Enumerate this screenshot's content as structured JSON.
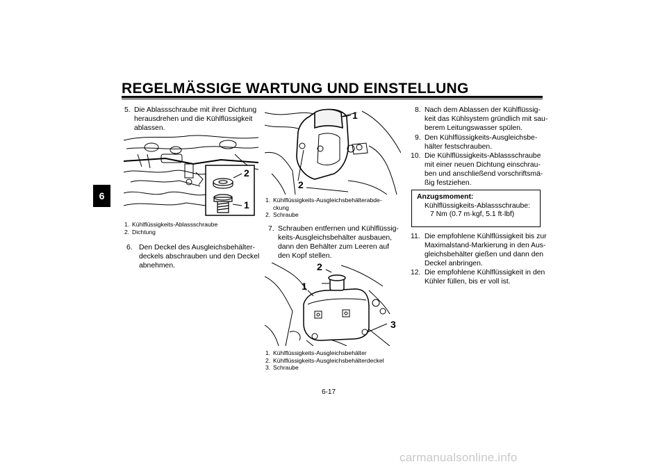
{
  "header": {
    "title": "REGELMÄSSIGE WARTUNG UND EINSTELLUNG"
  },
  "chapter_tab": "6",
  "steps": {
    "s5": {
      "num": "5.",
      "lines": [
        "Die Ablassschraube mit ihrer Dichtung",
        "herausdrehen und die Kühlflüssigkeit",
        "ablassen."
      ]
    },
    "s6": {
      "num": "6.",
      "lines": [
        "Den Deckel des Ausgleichsbehälter-",
        "deckels abschrauben und den Deckel",
        "abnehmen."
      ]
    },
    "s7": {
      "num": "7.",
      "lines": [
        "Schrauben entfernen und Kühlflüssig-",
        "keits-Ausgleichsbehälter ausbauen,",
        "dann den Behälter zum Leeren auf",
        "den Kopf stellen."
      ]
    },
    "s8": {
      "num": "8.",
      "lines": [
        "Nach dem Ablassen der Kühlflüssig-",
        "keit das Kühlsystem gründlich mit sau-",
        "berem Leitungswasser spülen."
      ]
    },
    "s9": {
      "num": "9.",
      "lines": [
        "Den Kühlflüssigkeits-Ausgleichsbe-",
        "hälter festschrauben."
      ]
    },
    "s10": {
      "num": "10.",
      "lines": [
        "Die Kühlflüssigkeits-Ablassschraube",
        "mit einer neuen Dichtung einschrau-",
        "ben und anschließend vorschriftsmä-",
        "ßig festziehen."
      ]
    },
    "s11": {
      "num": "11.",
      "lines": [
        "Die empfohlene Kühlflüssigkeit bis zur",
        "Maximalstand-Markierung in den Aus-",
        "gleichsbehälter gießen und dann den",
        "Deckel anbringen."
      ]
    },
    "s12": {
      "num": "12.",
      "lines": [
        "Die empfohlene Kühlflüssigkeit in den",
        "Kühler füllen, bis er voll ist."
      ]
    }
  },
  "figures": {
    "fig1": {
      "callouts": [
        "2",
        "1"
      ],
      "captions": [
        {
          "n": "1.",
          "lines": [
            "Kühlflüssigkeits-Ablassschraube"
          ]
        },
        {
          "n": "2.",
          "lines": [
            "Dichtung"
          ]
        }
      ]
    },
    "fig2": {
      "callouts": [
        "1",
        "2"
      ],
      "captions": [
        {
          "n": "1.",
          "lines": [
            "Kühlflüssigkeits-Ausgleichsbehälterabde-",
            "ckung"
          ]
        },
        {
          "n": "2.",
          "lines": [
            "Schraube"
          ]
        }
      ]
    },
    "fig3": {
      "callouts": [
        "2",
        "1",
        "3"
      ],
      "captions": [
        {
          "n": "1.",
          "lines": [
            "Kühlflüssigkeits-Ausgleichsbehälter"
          ]
        },
        {
          "n": "2.",
          "lines": [
            "Kühlflüssigkeits-Ausgleichsbehälterdeckel"
          ]
        },
        {
          "n": "3.",
          "lines": [
            "Schraube"
          ]
        }
      ]
    }
  },
  "torque_box": {
    "heading": "Anzugsmoment:",
    "item": "Kühlflüssigkeits-Ablassschraube:",
    "value": "7 Nm (0.7 m·kgf, 5.1 ft·lbf)"
  },
  "page_number": "6-17",
  "watermark": "carmanualsonline.info",
  "colors": {
    "text": "#000000",
    "watermark": "#c8c8c8",
    "background": "#ffffff"
  }
}
